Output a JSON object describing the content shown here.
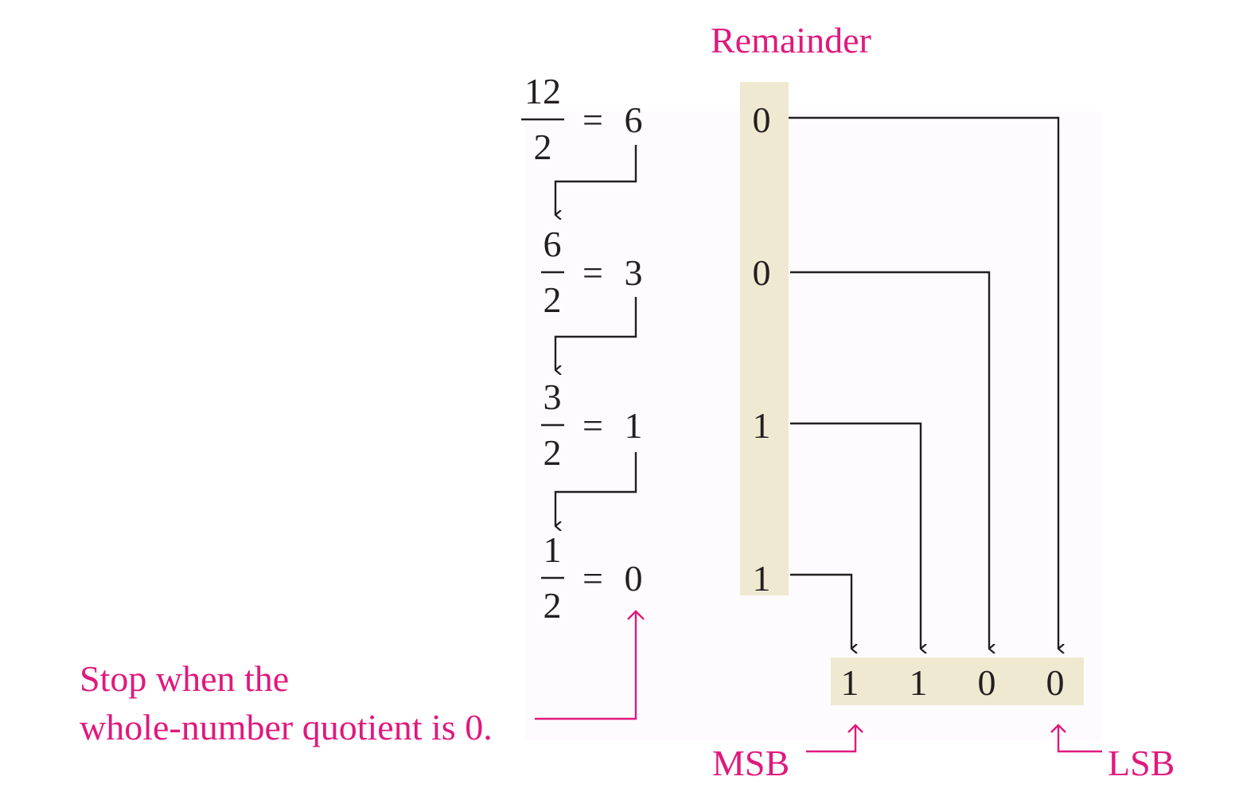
{
  "title": "Remainder",
  "divisions": [
    {
      "numerator": "12",
      "denominator": "2",
      "equals": "=",
      "quotient": "6",
      "remainder": "0"
    },
    {
      "numerator": "6",
      "denominator": "2",
      "equals": "=",
      "quotient": "3",
      "remainder": "0"
    },
    {
      "numerator": "3",
      "denominator": "2",
      "equals": "=",
      "quotient": "1",
      "remainder": "1"
    },
    {
      "numerator": "1",
      "denominator": "2",
      "equals": "=",
      "quotient": "0",
      "remainder": "1"
    }
  ],
  "result_bits": [
    "1",
    "1",
    "0",
    "0"
  ],
  "stop_note": {
    "line1": "Stop when the",
    "line2": "whole-number quotient is 0."
  },
  "msb_label": "MSB",
  "lsb_label": "LSB",
  "colors": {
    "accent": "#e0197d",
    "text": "#231f20",
    "highlight": "#f0e9d2",
    "panel": "#fdfbfd"
  }
}
